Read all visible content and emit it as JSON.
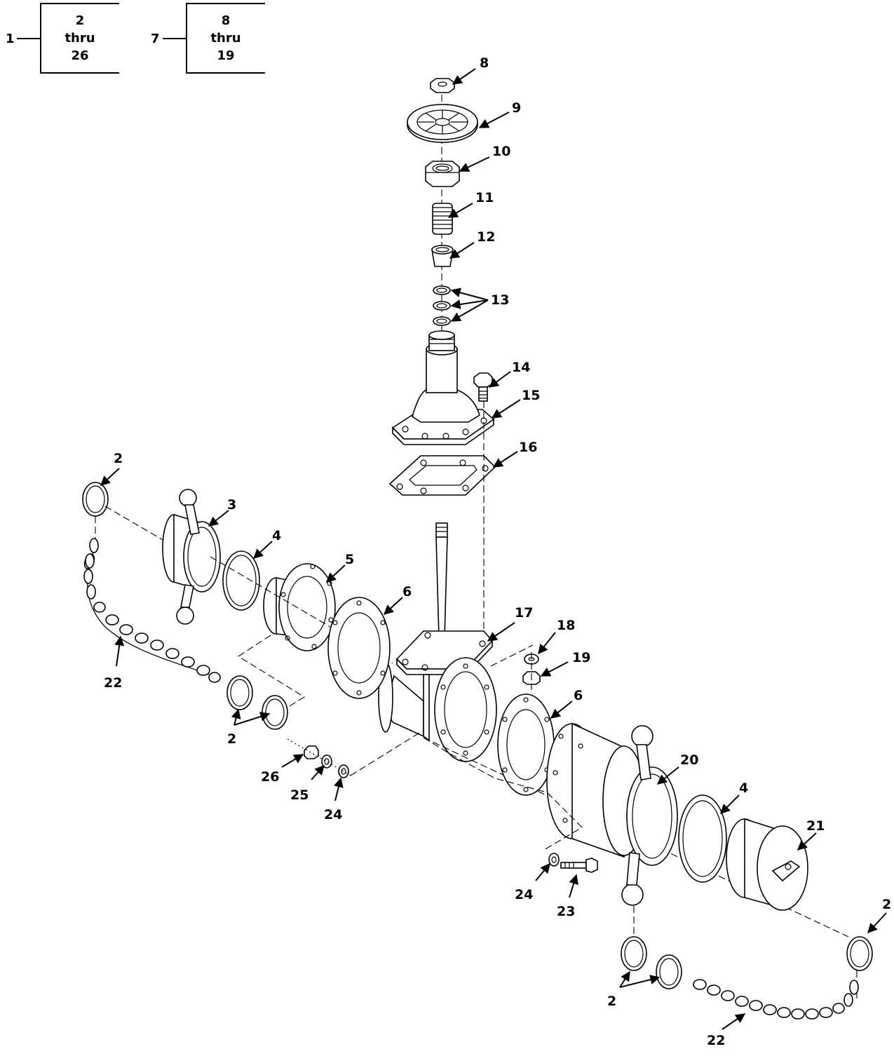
{
  "figure": {
    "group_boxes": [
      {
        "index": "1",
        "line1": "2",
        "line2": "thru",
        "line3": "26"
      },
      {
        "index": "7",
        "line1": "8",
        "line2": "thru",
        "line3": "19"
      }
    ],
    "callouts": {
      "c2a": "2",
      "c3": "3",
      "c4a": "4",
      "c5": "5",
      "c6a": "6",
      "c8": "8",
      "c9": "9",
      "c10": "10",
      "c11": "11",
      "c12": "12",
      "c13": "13",
      "c14": "14",
      "c15": "15",
      "c16": "16",
      "c17": "17",
      "c18": "18",
      "c19": "19",
      "c22a": "22",
      "c2b": "2",
      "c26": "26",
      "c25": "25",
      "c24a": "24",
      "c6b": "6",
      "c20": "20",
      "c4b": "4",
      "c21": "21",
      "c24b": "24",
      "c23": "23",
      "c2c": "2",
      "c2d": "2",
      "c22b": "22"
    }
  }
}
